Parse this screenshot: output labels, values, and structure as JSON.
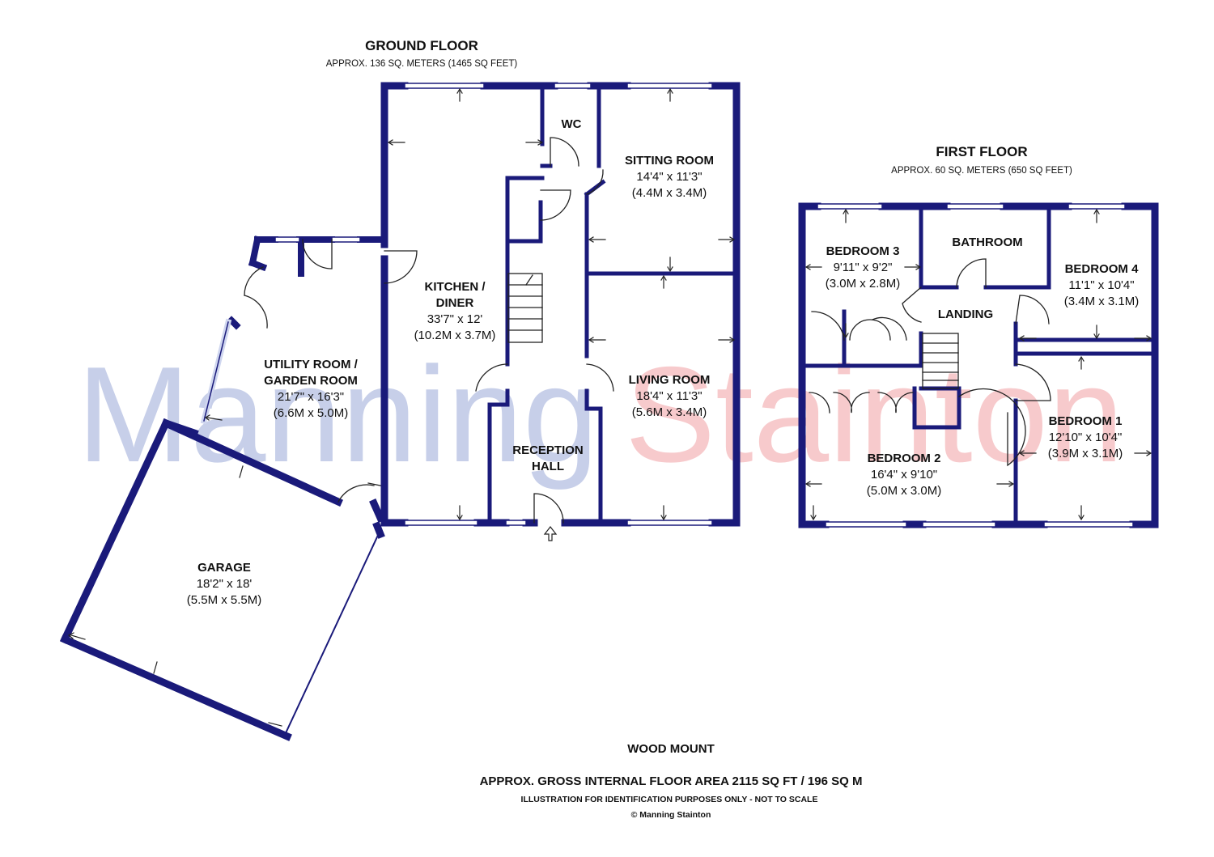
{
  "watermark": {
    "part1": "Manning",
    "part2": "Stainton",
    "color1": "#9aa8d8",
    "color2": "#f2a0a4"
  },
  "colors": {
    "wall": "#1a1a7a",
    "window": "#cfd6ef"
  },
  "ground_floor": {
    "title": "GROUND FLOOR",
    "subtitle": "APPROX. 136 SQ. METERS (1465 SQ FEET)",
    "rooms": {
      "kitchen": {
        "name_1": "KITCHEN /",
        "name_2": "DINER",
        "dim_imperial": "33'7\" x 12'",
        "dim_metric": "(10.2M x 3.7M)"
      },
      "wc": {
        "name": "WC"
      },
      "sitting": {
        "name": "SITTING ROOM",
        "dim_imperial": "14'4\" x 11'3\"",
        "dim_metric": "(4.4M x 3.4M)"
      },
      "living": {
        "name": "LIVING ROOM",
        "dim_imperial": "18'4\" x 11'3\"",
        "dim_metric": "(5.6M x 3.4M)"
      },
      "reception": {
        "name_1": "RECEPTION",
        "name_2": "HALL"
      },
      "utility": {
        "name_1": "UTILITY ROOM /",
        "name_2": "GARDEN ROOM",
        "dim_imperial": "21'7\" x 16'3\"",
        "dim_metric": "(6.6M x 5.0M)"
      },
      "garage": {
        "name": "GARAGE",
        "dim_imperial": "18'2\" x 18'",
        "dim_metric": "(5.5M x 5.5M)"
      }
    }
  },
  "first_floor": {
    "title": "FIRST FLOOR",
    "subtitle": "APPROX. 60 SQ. METERS (650 SQ FEET)",
    "rooms": {
      "bedroom3": {
        "name": "BEDROOM 3",
        "dim_imperial": "9'11\" x 9'2\"",
        "dim_metric": "(3.0M x 2.8M)"
      },
      "bathroom": {
        "name": "BATHROOM"
      },
      "bedroom4": {
        "name": "BEDROOM 4",
        "dim_imperial": "11'1\" x 10'4\"",
        "dim_metric": "(3.4M x 3.1M)"
      },
      "landing": {
        "name": "LANDING"
      },
      "bedroom2": {
        "name": "BEDROOM 2",
        "dim_imperial": "16'4\" x 9'10\"",
        "dim_metric": "(5.0M x 3.0M)"
      },
      "bedroom1": {
        "name": "BEDROOM 1",
        "dim_imperial": "12'10\" x 10'4\"",
        "dim_metric": "(3.9M x 3.1M)"
      }
    }
  },
  "footer": {
    "property_name": "WOOD MOUNT",
    "gross_area": "APPROX. GROSS INTERNAL FLOOR AREA 2115 SQ FT / 196 SQ M",
    "disclaimer": "ILLUSTRATION FOR IDENTIFICATION PURPOSES ONLY - NOT TO SCALE",
    "copyright": "© Manning Stainton"
  }
}
